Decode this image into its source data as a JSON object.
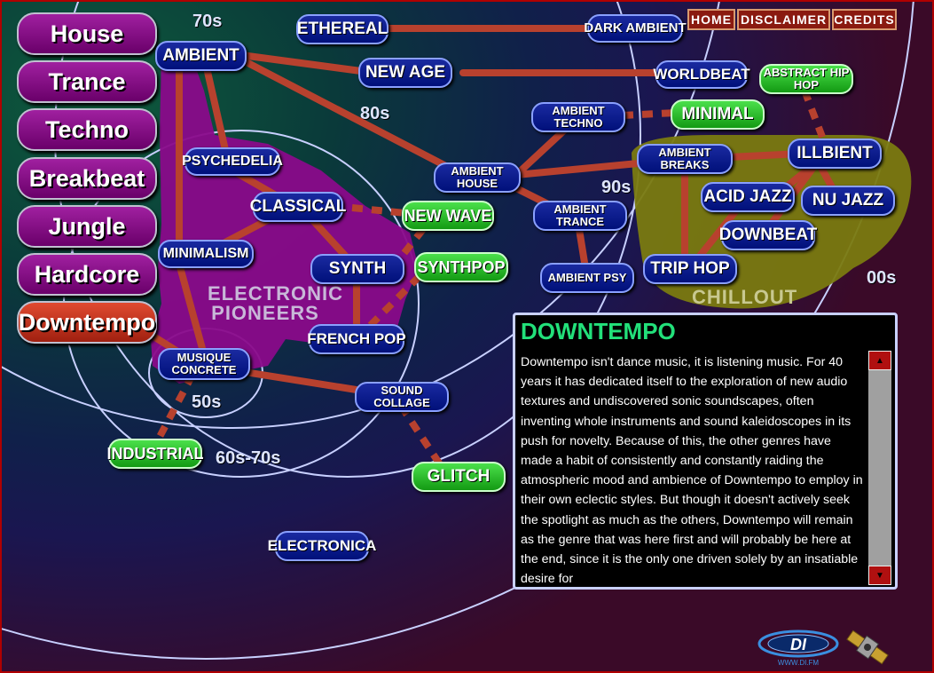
{
  "nav": {
    "items": [
      "House",
      "Trance",
      "Techno",
      "Breakbeat",
      "Jungle",
      "Hardcore",
      "Downtempo"
    ],
    "active": "Downtempo"
  },
  "toplinks": {
    "home": "HOME",
    "disclaimer": "DISCLAIMER",
    "credits": "CREDITS"
  },
  "eras": {
    "e70s": "70s",
    "e80s": "80s",
    "e90s": "90s",
    "e00s": "00s",
    "e50s": "50s",
    "e6070": "60s-70s"
  },
  "regions": {
    "electronic_pioneers": "ELECTRONIC PIONEERS",
    "chillout": "CHILLOUT"
  },
  "genres": {
    "ambient": "AMBIENT",
    "ethereal": "ETHEREAL",
    "dark_ambient": "DARK AMBIENT",
    "new_age": "NEW AGE",
    "worldbeat": "WORLDBEAT",
    "abstract_hip_hop": "ABSTRACT HIP HOP",
    "ambient_techno": "AMBIENT TECHNO",
    "minimal": "MINIMAL",
    "psychedelia": "PSYCHEDELIA",
    "ambient_house": "AMBIENT HOUSE",
    "ambient_breaks": "AMBIENT BREAKS",
    "illbient": "ILLBIENT",
    "classical": "CLASSICAL",
    "new_wave": "NEW WAVE",
    "ambient_trance": "AMBIENT TRANCE",
    "acid_jazz": "ACID JAZZ",
    "nu_jazz": "NU JAZZ",
    "minimalism": "MINIMALISM",
    "synth": "SYNTH",
    "synthpop": "SYNTHPOP",
    "downbeat": "DOWNBEAT",
    "ambient_psy": "AMBIENT PSY",
    "trip_hop": "TRIP HOP",
    "french_pop": "FRENCH POP",
    "musique_concrete": "MUSIQUE CONCRETE",
    "sound_collage": "SOUND COLLAGE",
    "industrial": "INDUSTRIAL",
    "glitch": "GLITCH",
    "electronica": "ELECTRONICA"
  },
  "info": {
    "title": "DOWNTEMPO",
    "text": "Downtempo isn't dance music, it is listening music. For 40 years it has dedicated itself to the exploration of new audio textures and undiscovered sonic soundscapes, often inventing whole instruments and sound kaleidoscopes in its push for novelty. Because of this, the other genres have made a habit of consistently and constantly raiding the atmospheric mood and ambience of Downtempo to employ in their own eclectic styles. But though it doesn't actively seek the spotlight as much as the others, Downtempo will remain as the genre that was here first and will probably be here at the end, since it is the only one driven solely by an insatiable desire for"
  },
  "logo": {
    "text": "DI",
    "url_text": "WWW.DI.FM"
  },
  "colors": {
    "link": "#b8412e",
    "pioneers": "#8a0a8a",
    "chillout": "#7a7a10",
    "green_node": "#3ccf3c",
    "blue_node": "#0c1a8a",
    "info_title": "#22e07a"
  }
}
